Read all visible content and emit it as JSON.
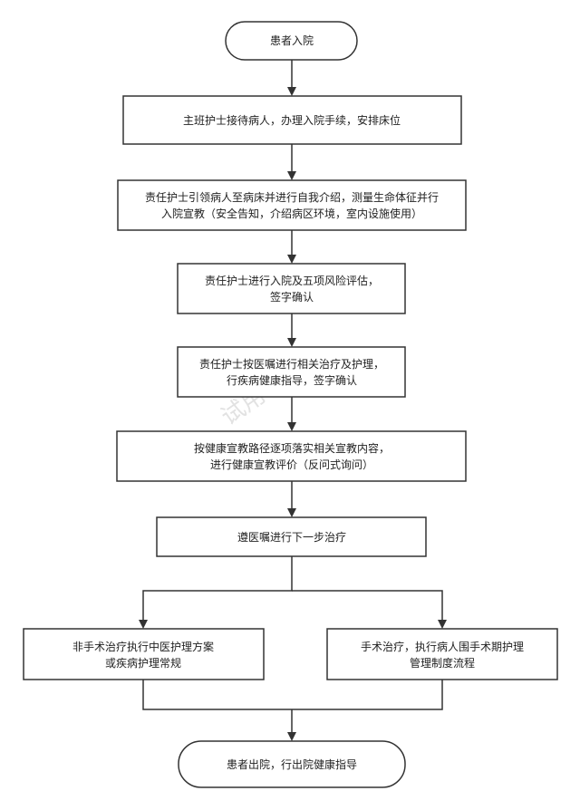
{
  "nodes": {
    "start": "患者入院",
    "reception": "主班护士接待病人，办理入院手续，安排床位",
    "orientation": [
      "责任护士引领病人至病床并进行自我介绍，测量生命体征并行",
      "入院宣教（安全告知，介绍病区环境，室内设施使用）"
    ],
    "assessment": [
      "责任护士进行入院及五项风险评估，",
      "签字确认"
    ],
    "treatment": [
      "责任护士按医嘱进行相关治疗及护理，",
      "行疾病健康指导，签字确认"
    ],
    "education": [
      "按健康宣教路径逐项落实相关宣教内容，",
      "进行健康宣教评价（反问式询问）"
    ],
    "next_step": "遵医嘱进行下一步治疗",
    "non_surgical": [
      "非手术治疗执行中医护理方案",
      "或疾病护理常规"
    ],
    "surgical": [
      "手术治疗，执行病人围手术期护理",
      "管理制度流程"
    ],
    "end": "患者出院，行出院健康指导"
  },
  "watermark": "试用"
}
